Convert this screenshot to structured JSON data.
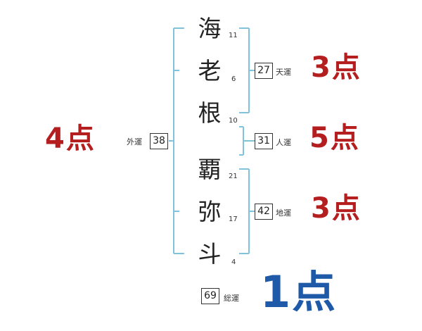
{
  "colors": {
    "bracket": "#7fc4dc",
    "score_red": "#b41e1e",
    "score_blue": "#1e5aa8"
  },
  "characters": [
    {
      "char": "海",
      "strokes": "11"
    },
    {
      "char": "老",
      "strokes": "6"
    },
    {
      "char": "根",
      "strokes": "10"
    },
    {
      "char": "覇",
      "strokes": "21"
    },
    {
      "char": "弥",
      "strokes": "17"
    },
    {
      "char": "斗",
      "strokes": "4"
    }
  ],
  "fortunes": {
    "heaven": {
      "label": "天運",
      "value": "27",
      "score": "3点"
    },
    "person": {
      "label": "人運",
      "value": "31",
      "score": "5点"
    },
    "earth": {
      "label": "地運",
      "value": "42",
      "score": "3点"
    },
    "outer": {
      "label": "外運",
      "value": "38",
      "score": "4点"
    },
    "total": {
      "label": "総運",
      "value": "69",
      "score": "1点"
    }
  }
}
